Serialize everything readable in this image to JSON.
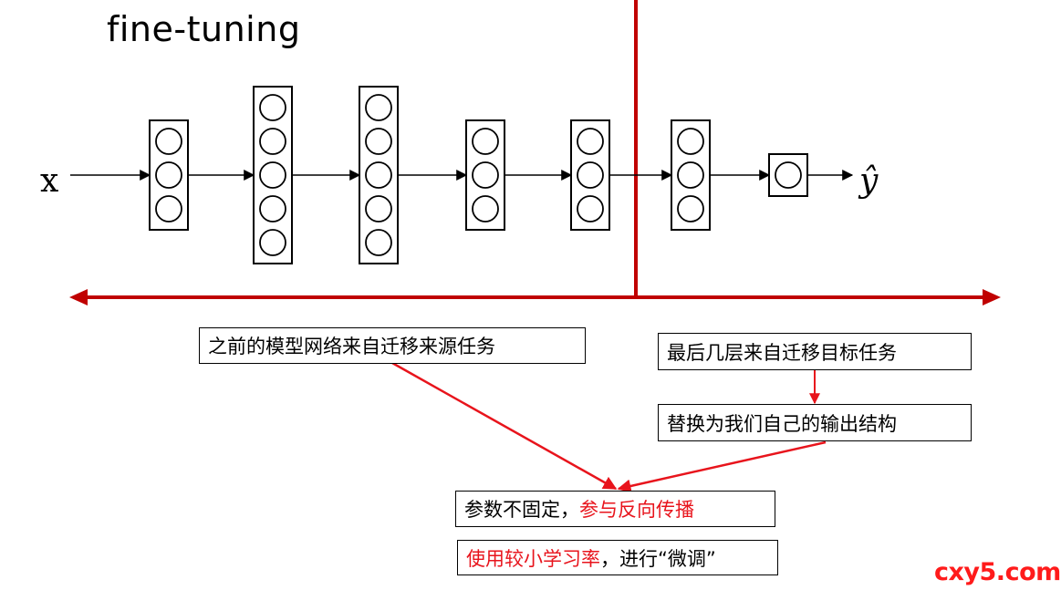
{
  "title": "fine-tuning",
  "input_label": "x",
  "output_label": "ŷ",
  "network": {
    "layers": [
      {
        "name": "layer-1",
        "neurons": 3
      },
      {
        "name": "layer-2",
        "neurons": 5
      },
      {
        "name": "layer-3",
        "neurons": 5
      },
      {
        "name": "layer-4",
        "neurons": 3
      },
      {
        "name": "layer-5",
        "neurons": 3
      },
      {
        "name": "layer-6",
        "neurons": 3
      },
      {
        "name": "output-layer",
        "neurons": 1
      }
    ]
  },
  "notes": {
    "source_task": "之前的模型网络来自迁移来源任务",
    "target_task": "最后几层来自迁移目标任务",
    "replace_output": "替换为我们自己的输出结构",
    "params_prefix": "参数不固定，",
    "params_highlight": "参与反向传播",
    "lr_highlight": "使用较小学习率",
    "lr_suffix": "，进行“微调”"
  },
  "watermark": "cxy5.com",
  "colors": {
    "divider": "#c00000",
    "red_text": "#e8141c",
    "arrow_red": "#e8141c",
    "line": "#000000"
  }
}
